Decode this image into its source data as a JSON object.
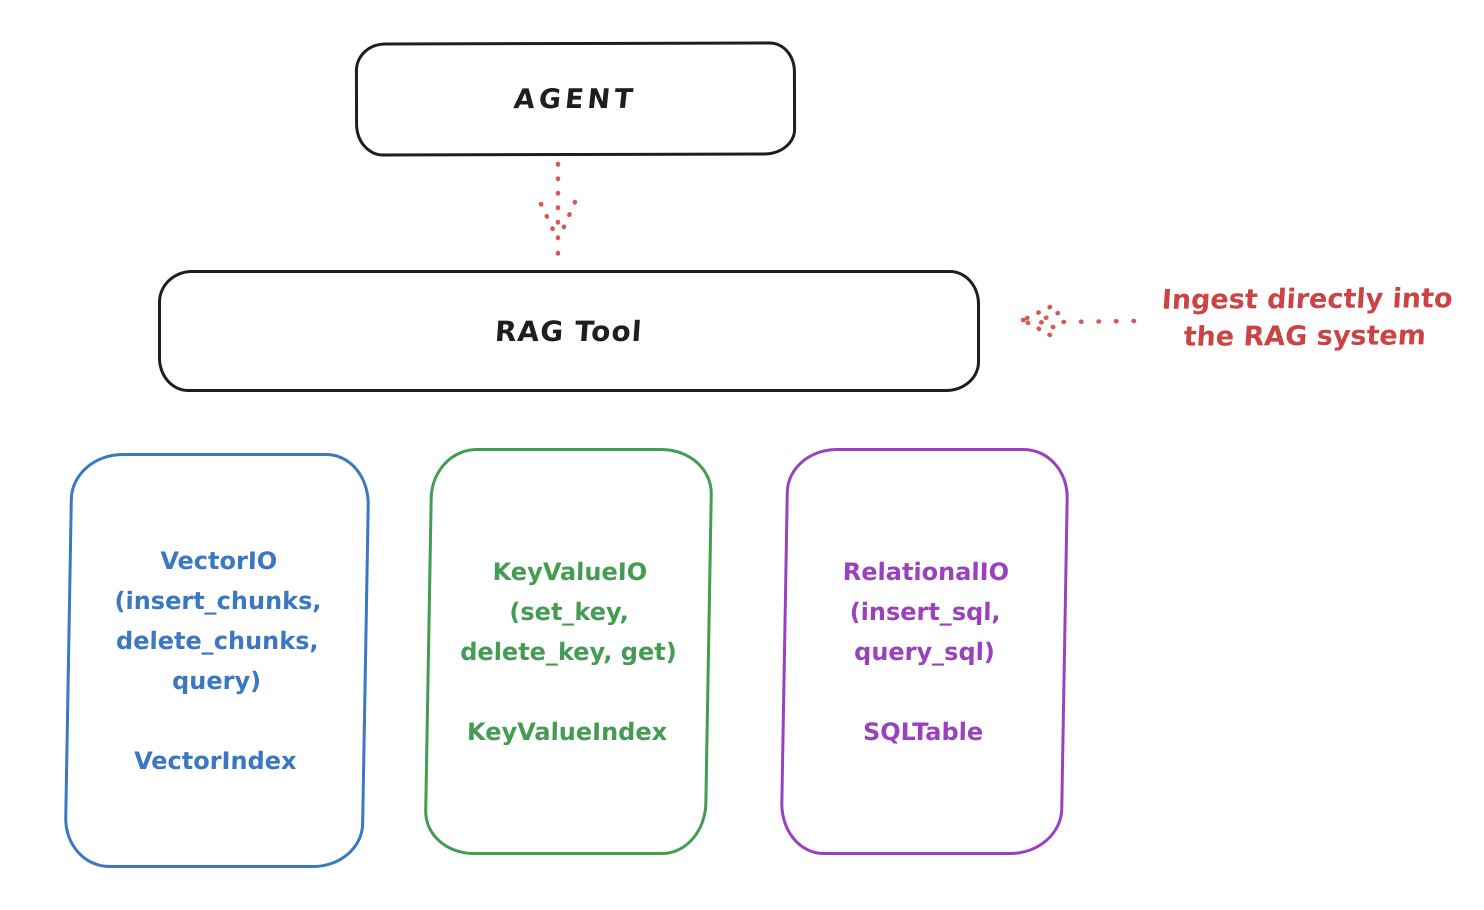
{
  "nodes": {
    "agent": {
      "label": "AGENT"
    },
    "rag_tool": {
      "label": "RAG Tool"
    }
  },
  "annotation": {
    "lines": [
      "Ingest directly into",
      "the RAG system"
    ],
    "color": "#cd4343"
  },
  "arrows": {
    "agent_to_rag": "dotted-down-arrow",
    "ingest_into_rag": "dotted-left-arrow",
    "color": "#dc5656"
  },
  "colors": {
    "node_border": "#1e1e1e",
    "background": "#ffffff"
  },
  "cards": [
    {
      "id": "vector-io",
      "color": "#3b77c3",
      "lines": [
        "VectorIO",
        "(insert_chunks,",
        "delete_chunks,",
        "query)"
      ],
      "footer": "VectorIndex"
    },
    {
      "id": "keyvalue-io",
      "color": "#449c52",
      "lines": [
        "KeyValueIO",
        "(set_key,",
        "delete_key, get)"
      ],
      "footer": "KeyValueIndex"
    },
    {
      "id": "relational-io",
      "color": "#9a41c0",
      "lines": [
        "RelationalIO",
        "(insert_sql,",
        "query_sql)"
      ],
      "footer": "SQLTable"
    }
  ]
}
